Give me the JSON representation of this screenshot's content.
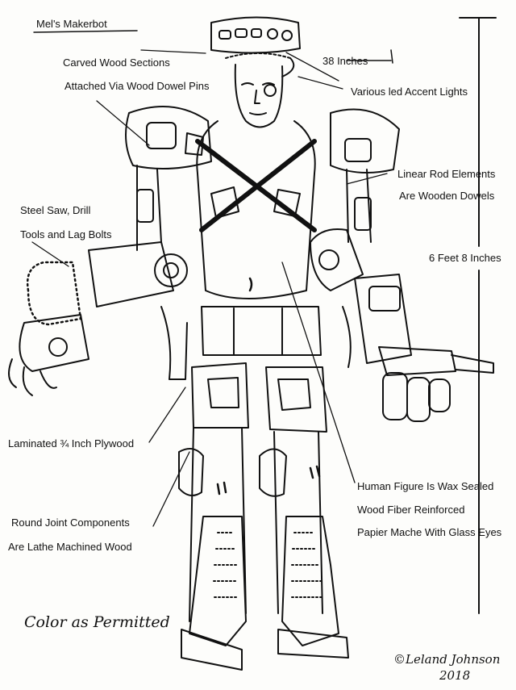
{
  "title": "Mel's Makerbot",
  "labels": {
    "carved_wood_sections": "Carved Wood Sections",
    "attached_via_dowel": "Attached Via Wood Dowel Pins",
    "height_38": "38 Inches",
    "led_lights": "Various led Accent Lights",
    "linear_rod": "Linear Rod Elements",
    "wooden_dowels": "Are Wooden Dowels",
    "steel_saw": "Steel Saw, Drill",
    "tools_lag_bolts": "Tools and Lag Bolts",
    "height_6ft": "6 Feet 8 Inches",
    "plywood": "Laminated ¾ Inch Plywood",
    "human_figure": "Human Figure Is Wax Sealed",
    "wood_fiber": "Wood Fiber Reinforced",
    "papier_mache": "Papier Mache With Glass Eyes",
    "round_joint": "Round Joint Components",
    "lathe_machined": "Are Lathe Machined Wood"
  },
  "footer": {
    "color_note": "Color as Permitted",
    "signature": "©Leland Johnson",
    "year": "2018"
  },
  "colors": {
    "ink": "#111111",
    "paper": "#fdfdfb"
  }
}
